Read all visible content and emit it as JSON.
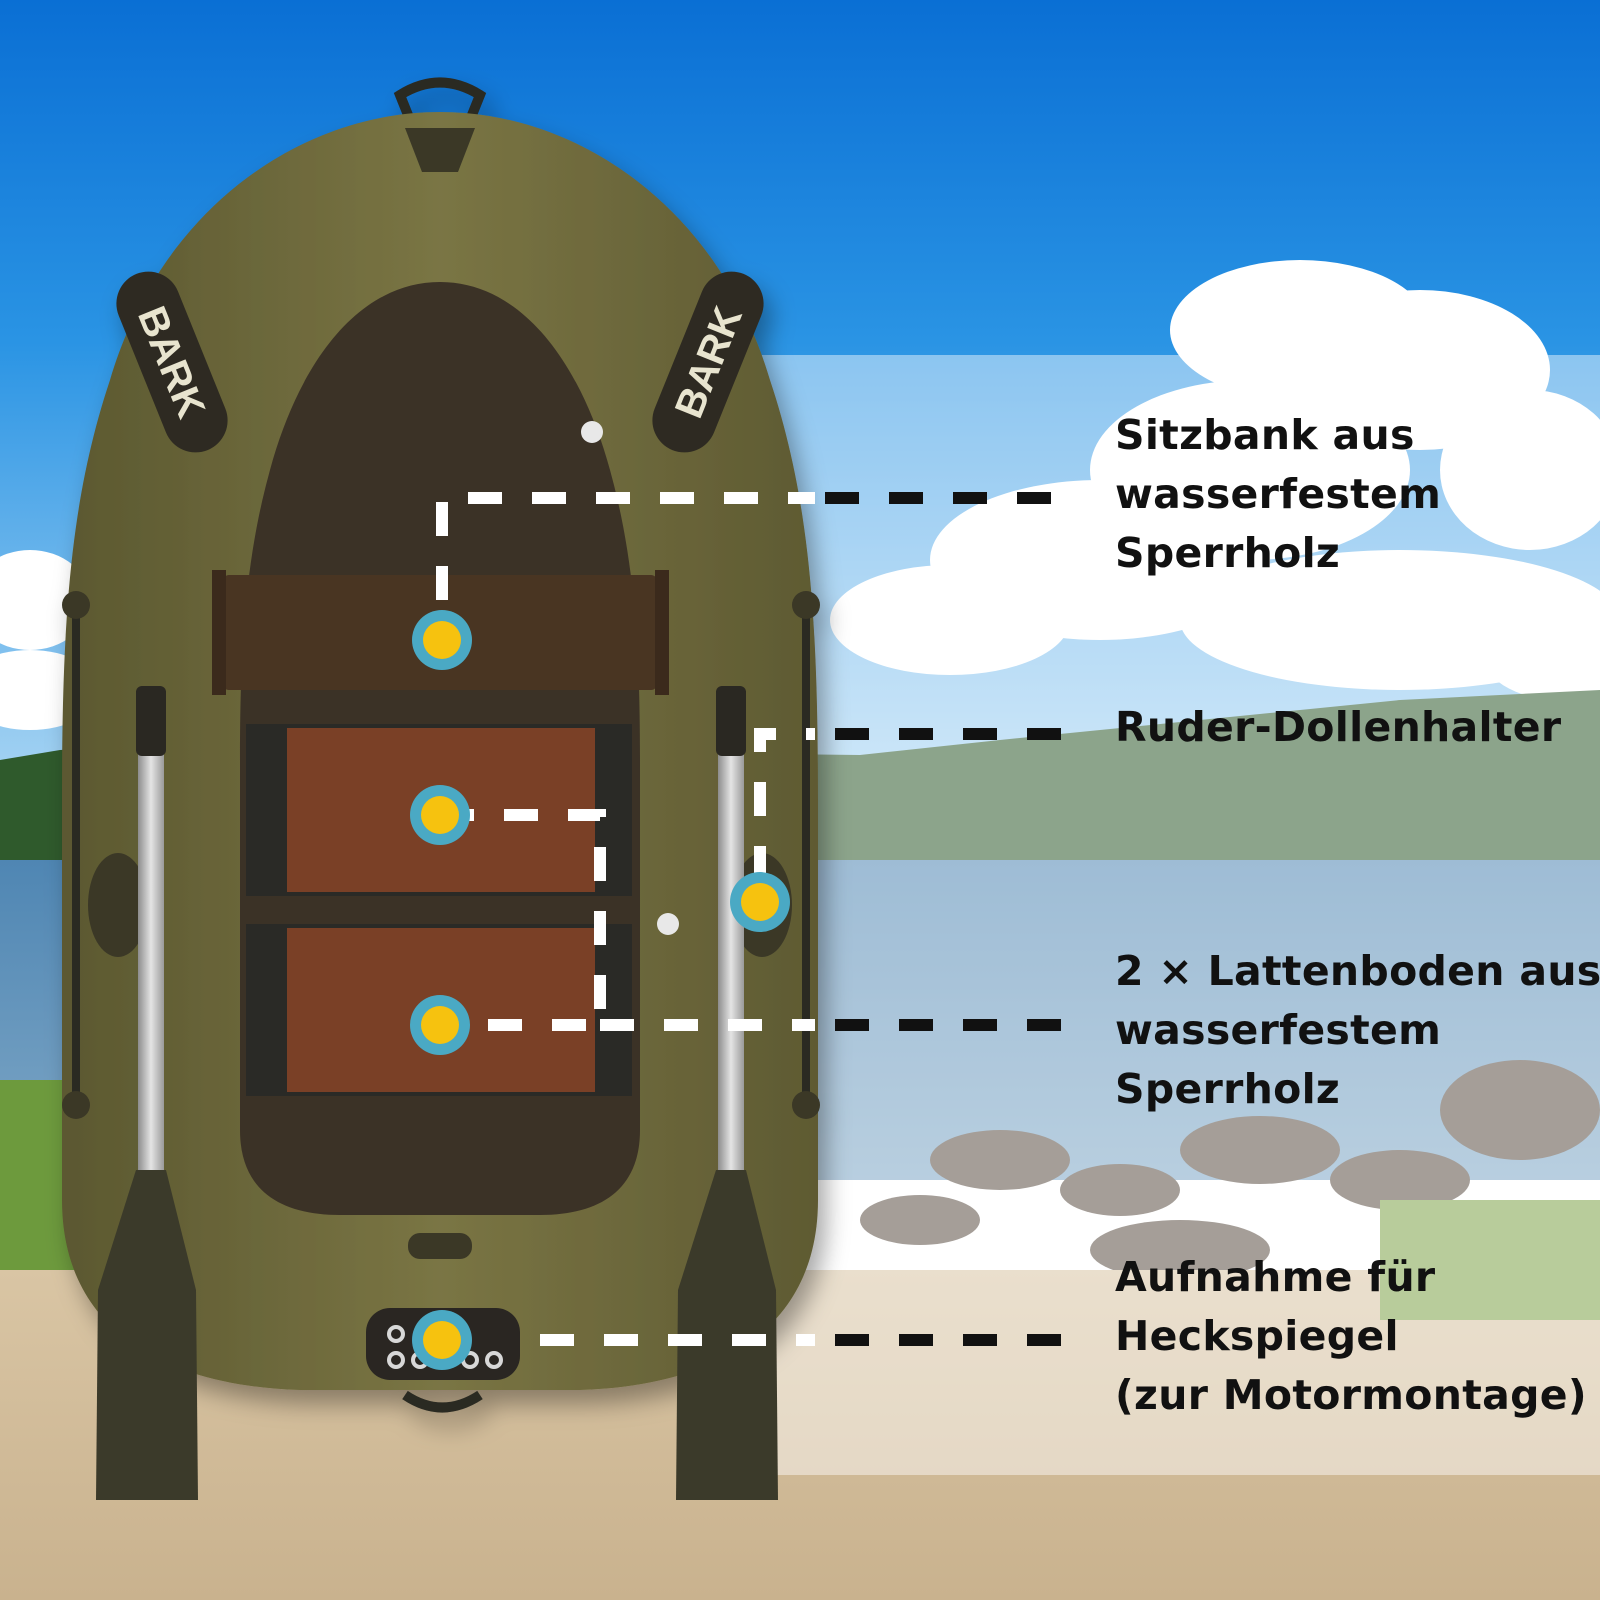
{
  "brand_text": "BARK",
  "colors": {
    "sky_top": "#0a73d6",
    "sky_bottom": "#7cc0f0",
    "boat_hull": "#6e6a3c",
    "boat_floor": "#3b3126",
    "seat": "#4a3424",
    "floorboard": "#7a3f27",
    "marker_ring": "#4aa9c4",
    "marker_center": "#f6c20f",
    "leader_line": "#111111"
  },
  "callouts": [
    {
      "id": "seat",
      "lines": [
        "Sitzbank aus",
        "wasserfestem",
        "Sperrholz"
      ]
    },
    {
      "id": "oarlock",
      "lines": [
        "Ruder-Dollenhalter"
      ]
    },
    {
      "id": "floor",
      "lines": [
        "2 × Lattenboden aus",
        "wasserfestem",
        "Sperrholz"
      ]
    },
    {
      "id": "transom",
      "lines": [
        "Aufnahme für",
        "Heckspiegel",
        "(zur Motormontage)"
      ]
    }
  ]
}
